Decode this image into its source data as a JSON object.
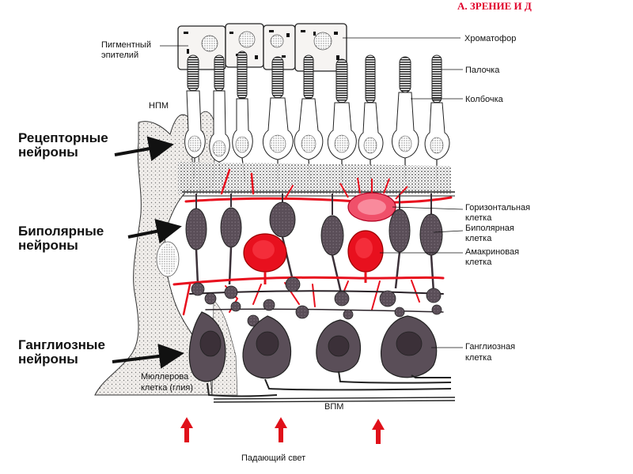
{
  "labels": {
    "pigment_line1": "Пигментный",
    "pigment_line2": "эпителий",
    "chromatophore": "Хроматофор",
    "rod": "Палочка",
    "cone": "Колбочка",
    "npm": "НПМ",
    "receptor_line1": "Рецепторные",
    "receptor_line2": "нейроны",
    "bipolar_line1": "Биполярные",
    "bipolar_line2": "нейроны",
    "ganglion_line1": "Ганглиозные",
    "ganglion_line2": "нейроны",
    "horizontal_line1": "Горизонтальная",
    "horizontal_line2": "клетка",
    "bipolar_cell_line1": "Биполярная",
    "bipolar_cell_line2": "клетка",
    "amacrine_line1": "Амакриновая",
    "amacrine_line2": "клетка",
    "ganglion_cell_line1": "Ганглиозная",
    "ganglion_cell_line2": "клетка",
    "muller_line1": "Мюллерова",
    "muller_line2": "клетка (глия)",
    "vpm": "ВПМ",
    "incident_light": "Падающий свет",
    "corner_text": "А. ЗРЕНИЕ И Д"
  },
  "colors": {
    "ink": "#2a2a2a",
    "neuron_fill": "#5a4e58",
    "neuron_dark": "#3b3038",
    "red": "#e8101e",
    "pink": "#f0506a",
    "glia": "#e6e2de",
    "arrow_red": "#e0101a"
  }
}
